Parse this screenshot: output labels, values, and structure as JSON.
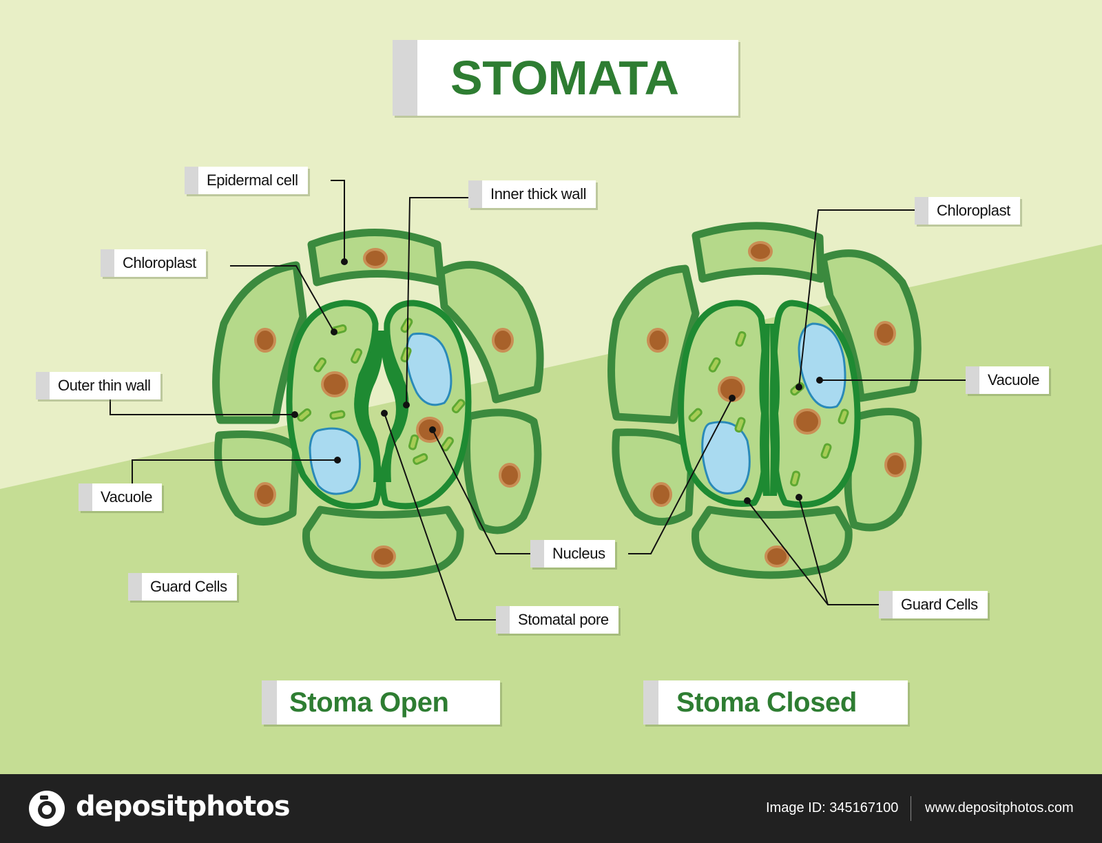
{
  "title": "STOMATA",
  "labels": {
    "epidermal_cell": "Epidermal cell",
    "inner_thick_wall": "Inner thick wall",
    "chloroplast_left": "Chloroplast",
    "outer_thin_wall": "Outer thin wall",
    "vacuole_left": "Vacuole",
    "guard_cells_left": "Guard Cells",
    "nucleus": "Nucleus",
    "stomatal_pore": "Stomatal pore",
    "chloroplast_right": "Chloroplast",
    "vacuole_right": "Vacuole",
    "guard_cells_right": "Guard Cells"
  },
  "captions": {
    "open": "Stoma Open",
    "closed": "Stoma Closed"
  },
  "footer": {
    "brand": "depositphotos",
    "image_id": "Image ID: 345167100",
    "site": "www.depositphotos.com"
  },
  "colors": {
    "background_light": "#e8efc6",
    "background_green": "#c5dd94",
    "cell_fill": "#b5d98a",
    "cell_border": "#3b8a3e",
    "guard_cell_border": "#1e8a32",
    "vacuole": "#a9daf0",
    "nucleus": "#a8612a",
    "title_green": "#2e7d32",
    "footer_bg": "#212121"
  }
}
